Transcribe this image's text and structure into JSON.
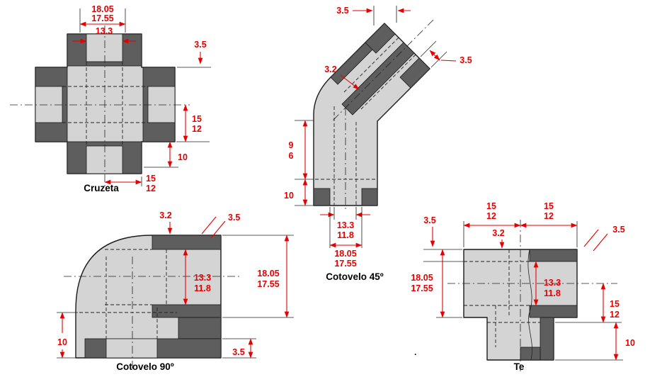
{
  "colors": {
    "dimension": "#e60000",
    "body": "#d4d4d4",
    "section": "#5e5e5e",
    "outline": "#1a1a1a",
    "background": "#ffffff"
  },
  "figures": {
    "cruzeta": {
      "label": "Cruzeta",
      "dims": {
        "od_a": "18.05",
        "od_b": "17.55",
        "bore": "13.3",
        "wall": "3.5",
        "ctf_a": "15",
        "ctf_b": "12",
        "depth": "10",
        "bottom_a": "15",
        "bottom_b": "12"
      }
    },
    "cotovelo45": {
      "label": "Cotovelo 45º",
      "dims": {
        "end_wall": "3.5",
        "side_wall": "3.5",
        "wall": "3.2",
        "h_a": "9",
        "h_b": "6",
        "depth": "10",
        "bore_a": "13.3",
        "bore_b": "11.8",
        "od_a": "18.05",
        "od_b": "17.55"
      }
    },
    "cotovelo90": {
      "label": "Cotovelo 90º",
      "dims": {
        "wall": "3.2",
        "face_wall": "3.5",
        "bore_a": "13.3",
        "bore_b": "11.8",
        "od_a": "18.05",
        "od_b": "17.55",
        "depth": "10",
        "bottom_wall": "3.5"
      }
    },
    "te": {
      "label": "Te",
      "dims": {
        "left_a": "15",
        "left_b": "12",
        "right_a": "15",
        "right_b": "12",
        "top_wall": "3.5",
        "wall": "3.2",
        "corner_wall": "3.5",
        "od_a": "18.05",
        "od_b": "17.55",
        "bore_a": "13.3",
        "bore_b": "11.8",
        "branch_a": "15",
        "branch_b": "12",
        "depth": "10"
      }
    }
  },
  "misc": {
    "stray_mark": "."
  }
}
